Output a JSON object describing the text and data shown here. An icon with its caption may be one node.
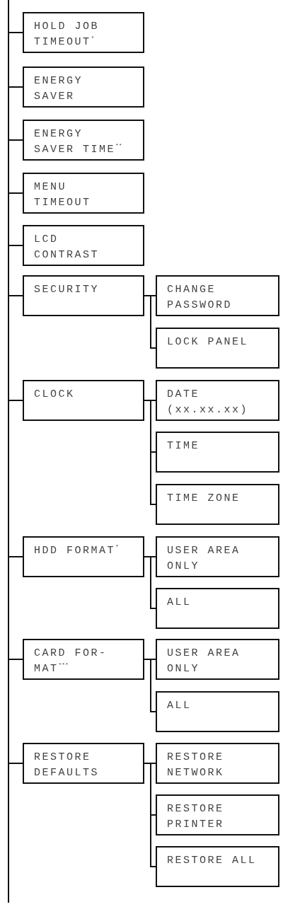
{
  "diagram": {
    "nodes": [
      {
        "text": [
          "HOLD JOB TIMEOUT$^{*}$"
        ]
      },
      {
        "text": [
          "ENERGY SAVER"
        ]
      },
      {
        "text": [
          "ENERGY SAVER TIME$^{**}$"
        ]
      },
      {
        "text": [
          "MENU TIMEOUT"
        ]
      },
      {
        "text": [
          "LCD CONTRAST"
        ]
      },
      {
        "text": [
          "SECURITY"
        ]
      },
      {
        "text": [
          "CHANGE PASSWORD"
        ]
      },
      {
        "text": [
          "LOCK PANEL"
        ]
      },
      {
        "text": [
          "CLOCK"
        ]
      },
      {
        "text": [
          "DATE (xx.xx.xx)"
        ]
      },
      {
        "text": [
          "TIME"
        ]
      },
      {
        "text": [
          "TIME ZONE"
        ]
      },
      {
        "text": [
          "HDD FORMAT$^{*}$"
        ]
      },
      {
        "text": [
          "USER AREA ONLY"
        ]
      },
      {
        "text": [
          "ALL"
        ]
      },
      {
        "text": [
          "CARD FOR- MAT$^{***}$"
        ]
      },
      {
        "text": [
          "USER AREA ONLY"
        ]
      },
      {
        "text": [
          "ALL"
        ]
      },
      {
        "text": [
          "RESTORE DEFAULTS"
        ]
      },
      {
        "text": [
          "RESTORE NETWORK"
        ]
      },
      {
        "text": [
          "RESTORE PRINTER"
        ]
      },
      {
        "text": [
          "RESTORE ALL"
        ]
      }
    ],
    "edges": [
      {
        "from": null,
        "to": 0,
        "arrow": "none"
      },
      {
        "from": null,
        "to": 1,
        "arrow": "none"
      },
      {
        "from": null,
        "to": 2,
        "arrow": "none"
      },
      {
        "from": null,
        "to": 3,
        "arrow": "none"
      },
      {
        "from": null,
        "to": 4,
        "arrow": "none"
      },
      {
        "from": null,
        "to": 5,
        "arrow": "none"
      },
      {
        "from": 5,
        "to": 6,
        "arrow": "none"
      },
      {
        "from": 5,
        "to": 7,
        "arrow": "none"
      },
      {
        "from": null,
        "to": 8,
        "arrow": "none"
      },
      {
        "from": 8,
        "to": 9,
        "arrow": "none"
      },
      {
        "from": 8,
        "to": 10,
        "arrow": "none"
      },
      {
        "from": 8,
        "to": 11,
        "arrow": "none"
      },
      {
        "from": null,
        "to": 12,
        "arrow": "none"
      },
      {
        "from": 12,
        "to": 13,
        "arrow": "none"
      },
      {
        "from": 12,
        "to": 14,
        "arrow": "none"
      },
      {
        "from": null,
        "to": 15,
        "arrow": "none"
      },
      {
        "from": 15,
        "to": 16,
        "arrow": "none"
      },
      {
        "from": 15,
        "to": 17,
        "arrow": "none"
      },
      {
        "from": null,
        "to": 18,
        "arrow": "none"
      },
      {
        "from": 18,
        "to": 19,
        "arrow": "none"
      },
      {
        "from": 18,
        "to": 20,
        "arrow": "none"
      },
      {
        "from": 18,
        "to": 21,
        "arrow": "none"
      }
    ]
  }
}
